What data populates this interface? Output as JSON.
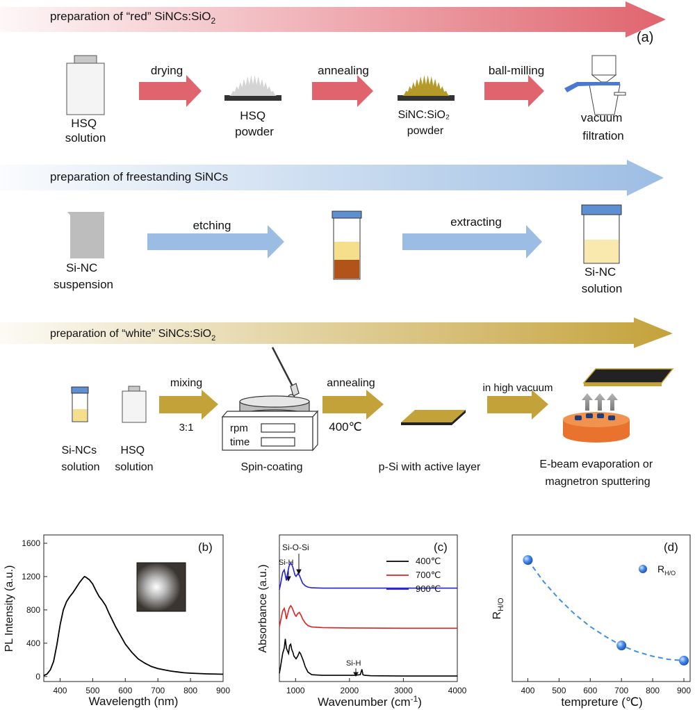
{
  "panel_a": {
    "panel_label": "(a)",
    "rows": [
      {
        "title_main": "preparation of “red” SiNCs:SiO",
        "title_sub": "2",
        "color": "#e0646e"
      },
      {
        "title_main": "preparation of freestanding SiNCs",
        "title_sub": "",
        "color": "#9cbde3"
      },
      {
        "title_main": "preparation of “white” SiNCs:SiO",
        "title_sub": "2",
        "color": "#c4a23a"
      }
    ],
    "row1": {
      "hsq_bottle_label": [
        "HSQ",
        "solution"
      ],
      "drying": "drying",
      "hsq_powder_label": [
        "HSQ",
        "powder"
      ],
      "annealing": "annealing",
      "sinc_powder_label": [
        "SiNC:SiO₂",
        "powder"
      ],
      "ball_milling": "ball-milling",
      "vacuum_label": [
        "vacuum",
        "filtration"
      ]
    },
    "row2": {
      "suspension_label": [
        "Si-NC",
        "suspension"
      ],
      "etching": "etching",
      "extracting": "extracting",
      "solution_label": [
        "Si-NC",
        "solution"
      ]
    },
    "row3": {
      "sincs_solution_label": [
        "Si-NCs",
        "solution"
      ],
      "hsq_solution_label": [
        "HSQ",
        "solution"
      ],
      "mixing": "mixing",
      "ratio": "3:1",
      "rpm": "rpm",
      "time": "time",
      "spin_label": "Spin-coating",
      "annealing": "annealing",
      "temp": "400℃",
      "psi_label": "p-Si with active layer",
      "vacuum": "in high vacuum",
      "ebeam_label": [
        "E-beam evaporation or",
        "magnetron sputtering"
      ]
    }
  },
  "chart_data": [
    {
      "panel_label": "(b)",
      "type": "line",
      "xlabel": "Wavelength (nm)",
      "ylabel": "PL Intensity (a.u.)",
      "xlim": [
        350,
        900
      ],
      "ylim": [
        -60,
        1700
      ],
      "xticks": [
        400,
        500,
        600,
        700,
        800,
        900
      ],
      "yticks": [
        0,
        400,
        800,
        1200,
        1600
      ],
      "series": [
        {
          "x": [
            350,
            360,
            370,
            380,
            390,
            400,
            410,
            420,
            430,
            440,
            450,
            460,
            470,
            475,
            480,
            490,
            500,
            510,
            520,
            530,
            540,
            550,
            560,
            570,
            580,
            590,
            600,
            620,
            640,
            660,
            680,
            700,
            720,
            740,
            760,
            780,
            800,
            850,
            900
          ],
          "y": [
            10,
            30,
            80,
            180,
            380,
            620,
            800,
            900,
            960,
            1010,
            1070,
            1130,
            1180,
            1200,
            1190,
            1160,
            1110,
            1030,
            960,
            910,
            850,
            760,
            680,
            600,
            530,
            460,
            390,
            290,
            210,
            160,
            120,
            95,
            80,
            65,
            55,
            45,
            40,
            32,
            28
          ]
        }
      ]
    },
    {
      "panel_label": "(c)",
      "type": "line",
      "xlabel": "Wavenumber (cm-1)",
      "xlabel_main": "Wavenumber (cm",
      "xlabel_sup": "-1",
      "xlabel_end": ")",
      "ylabel": "Absorbance (a.u.)",
      "xlim": [
        700,
        4000
      ],
      "ylim": [
        0,
        10
      ],
      "xticks": [
        1000,
        2000,
        3000,
        4000
      ],
      "annotations": [
        "Si-O-Si",
        "Si-H",
        "Si-H"
      ],
      "legend_position": "top-right",
      "series": [
        {
          "name": "400℃",
          "color": "#000000",
          "x": [
            700,
            730,
            760,
            790,
            810,
            830,
            850,
            870,
            890,
            910,
            930,
            950,
            970,
            990,
            1010,
            1040,
            1070,
            1090,
            1110,
            1140,
            1180,
            1230,
            1300,
            1500,
            2100,
            2200,
            2230,
            2250,
            2280,
            2400,
            3000,
            4000
          ],
          "y": [
            0.3,
            1.0,
            1.8,
            2.2,
            2.9,
            2.2,
            2.0,
            1.8,
            2.4,
            2.5,
            2.1,
            1.9,
            1.6,
            1.5,
            1.4,
            1.6,
            1.9,
            1.8,
            1.6,
            1.3,
            0.8,
            0.4,
            0.2,
            0.15,
            0.15,
            0.2,
            0.6,
            0.2,
            0.15,
            0.12,
            0.1,
            0.1
          ]
        },
        {
          "name": "700℃",
          "color": "#e02020",
          "x": [
            700,
            730,
            760,
            790,
            810,
            830,
            850,
            880,
            910,
            930,
            950,
            970,
            990,
            1010,
            1040,
            1070,
            1100,
            1130,
            1180,
            1230,
            1300,
            1500,
            2000,
            3000,
            4000
          ],
          "y": [
            3.8,
            4.4,
            5.0,
            5.2,
            4.9,
            4.4,
            4.7,
            5.2,
            5.4,
            5.3,
            5.1,
            4.9,
            4.7,
            4.6,
            4.8,
            4.9,
            4.7,
            4.4,
            4.1,
            3.9,
            3.8,
            3.75,
            3.72,
            3.7,
            3.7
          ]
        },
        {
          "name": "900℃",
          "color": "#2020e0",
          "x": [
            700,
            730,
            760,
            790,
            810,
            830,
            850,
            880,
            910,
            930,
            950,
            970,
            990,
            1010,
            1040,
            1070,
            1100,
            1130,
            1180,
            1230,
            1300,
            1500,
            2000,
            3000,
            4000
          ],
          "y": [
            6.6,
            7.2,
            7.9,
            8.1,
            7.7,
            7.3,
            7.8,
            8.4,
            8.6,
            8.5,
            8.3,
            8.0,
            7.7,
            7.6,
            7.8,
            7.7,
            7.4,
            7.1,
            6.9,
            6.8,
            6.75,
            6.72,
            6.72,
            6.72,
            6.72
          ]
        }
      ]
    },
    {
      "panel_label": "(d)",
      "type": "scatter",
      "xlabel": "tempreture (℃)",
      "ylabel_main": "R",
      "ylabel_sub": "H/O",
      "xlim": [
        350,
        920
      ],
      "ylim": [
        0,
        10
      ],
      "xticks": [
        400,
        500,
        600,
        700,
        800,
        900
      ],
      "legend_main": "R",
      "legend_sub": "H/O",
      "legend_position": "top-right",
      "points": {
        "x": [
          400,
          700,
          900
        ],
        "y": [
          9.0,
          2.2,
          1.0
        ]
      },
      "fit": {
        "x": [
          400,
          450,
          500,
          550,
          600,
          650,
          700,
          750,
          800,
          850,
          900
        ],
        "y": [
          9.0,
          7.3,
          5.9,
          4.7,
          3.7,
          2.9,
          2.2,
          1.7,
          1.35,
          1.1,
          1.0
        ]
      }
    }
  ],
  "colors": {
    "red_arrow": "#e0646e",
    "blue_arrow": "#9cbde3",
    "gold_arrow": "#c4a23a",
    "powder_gray": "#d4d4d4",
    "powder_gold": "#b59a2a",
    "vial_blue": "#5d8fd1",
    "liquid_yellow": "#f6df8b",
    "liquid_brown": "#b2531a",
    "ebeam_orange": "#e8722e",
    "fit_line": "#3f8ee8",
    "point_blue": "#4488ee"
  }
}
